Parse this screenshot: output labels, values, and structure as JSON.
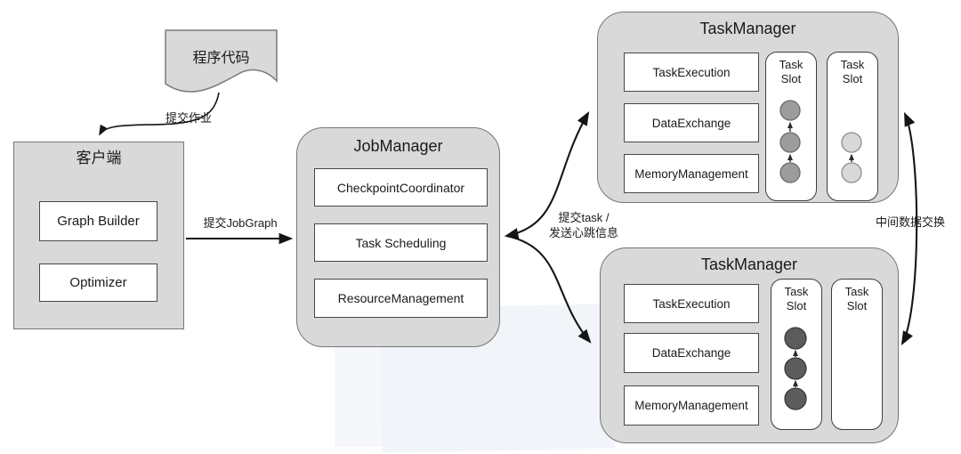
{
  "program_code": {
    "label": "程序代码"
  },
  "client": {
    "title": "客户端",
    "modules": [
      "Graph Builder",
      "Optimizer"
    ]
  },
  "job_manager": {
    "title": "JobManager",
    "modules": [
      "CheckpointCoordinator",
      "Task Scheduling",
      "ResourceManagement"
    ]
  },
  "task_manager_top": {
    "title": "TaskManager",
    "modules": [
      "TaskExecution",
      "DataExchange",
      "MemoryManagement"
    ],
    "slots": [
      {
        "label": "Task\nSlot",
        "task_count": 3,
        "task_color": "#9c9c9c"
      },
      {
        "label": "Task\nSlot",
        "task_count": 2,
        "task_color": "#d8d8d8"
      }
    ]
  },
  "task_manager_bottom": {
    "title": "TaskManager",
    "modules": [
      "TaskExecution",
      "DataExchange",
      "MemoryManagement"
    ],
    "slots": [
      {
        "label": "Task\nSlot",
        "task_count": 3,
        "task_color": "#5c5c5c"
      },
      {
        "label": "Task\nSlot",
        "task_count": 0,
        "task_color": ""
      }
    ]
  },
  "edges": {
    "submit_job": "提交作业",
    "submit_jobgraph": "提交JobGraph",
    "submit_task_heartbeat": "提交task /\n发送心跳信息",
    "intermediate_data_exchange": "中间数据交换"
  },
  "colors": {
    "container_fill": "#d9d9d9",
    "container_border": "#767676",
    "module_fill": "#ffffff",
    "module_border": "#474747",
    "arrow": "#151515"
  }
}
